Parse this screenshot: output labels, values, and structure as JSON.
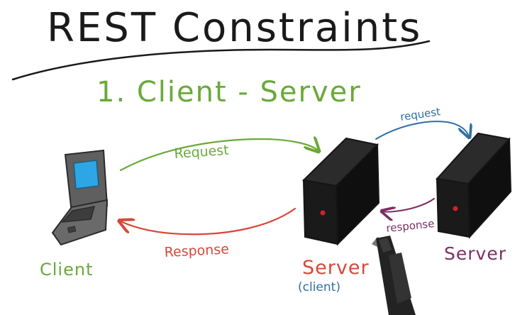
{
  "title": "REST Constraints",
  "subtitle": "1. Client - Server",
  "labels": {
    "request_top": "Request",
    "response_bottom": "Response",
    "request_small": "request",
    "response_small": "response",
    "client": "Client",
    "server_middle": "Server",
    "server_middle_note": "(client)",
    "server_right": "Server"
  },
  "colors": {
    "ink": "#1a1a1a",
    "green": "#6aa93a",
    "red": "#d8473a",
    "blue": "#2f6ea5",
    "purple": "#7b2f63",
    "screen": "#2ea6e6",
    "device": "#5f5f5f",
    "tower": "#151515",
    "led": "#d32222"
  },
  "icons": {
    "laptop": "laptop-icon",
    "server_middle": "server-tower-icon",
    "server_right": "server-tower-icon",
    "pen": "pen-icon"
  }
}
